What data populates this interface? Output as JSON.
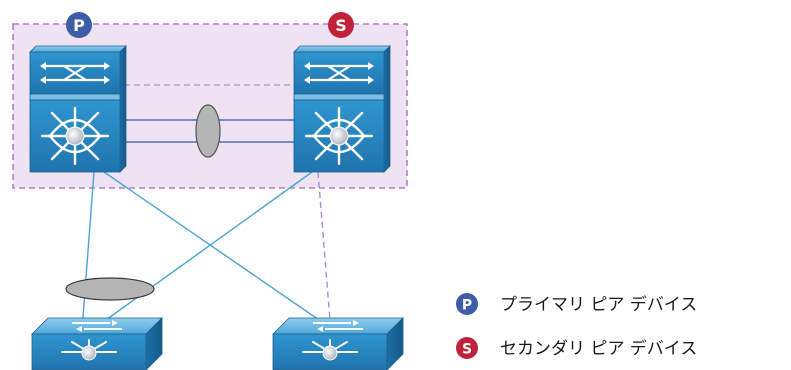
{
  "badges": {
    "primary_letter": "P",
    "secondary_letter": "S"
  },
  "legend": {
    "primary_label": "プライマリ ピア デバイス",
    "secondary_label": "セカンダリ ピア デバイス"
  },
  "colors": {
    "primary_badge": "#3d5da6",
    "secondary_badge": "#c2213a",
    "vpc_domain_fill": "#efe2f2",
    "vpc_domain_border": "#b47fc7",
    "switch_blue": "#2f8fc8",
    "link_blue": "#4aa3d4",
    "port_channel_gray": "#b5b5b5"
  },
  "icons": {
    "primary_switch": "nexus-core-switch-icon",
    "secondary_switch": "nexus-core-switch-icon",
    "access_switch_left": "access-switch-icon",
    "access_switch_right": "access-switch-icon"
  }
}
